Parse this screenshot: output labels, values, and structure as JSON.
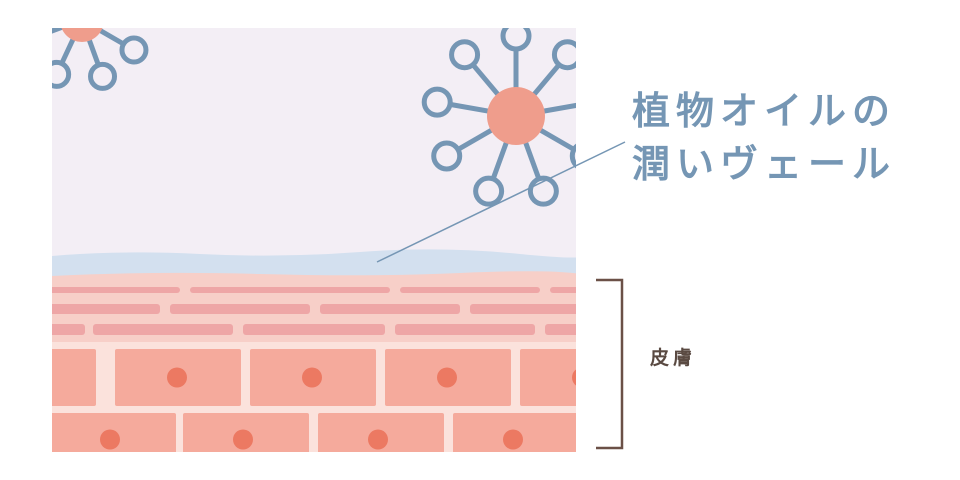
{
  "labels": {
    "oil_veil_line1": "植物オイルの",
    "oil_veil_line2": "潤いヴェール",
    "skin": "皮膚"
  },
  "colors": {
    "background_panel": "#f3eef5",
    "veil": "#d3e0ef",
    "molecule_stroke": "#7596b4",
    "molecule_core": "#ef9d8c",
    "upper_skin_layer": "#f7cfc8",
    "upper_skin_cells": "#eea6a6",
    "lower_skin_cells": "#f5aa9c",
    "cell_gap": "#fbe2dc",
    "cell_nucleus": "#ec7962",
    "label_text": "#7596b4",
    "skin_text": "#5a4a42",
    "bracket": "#6b5047"
  }
}
